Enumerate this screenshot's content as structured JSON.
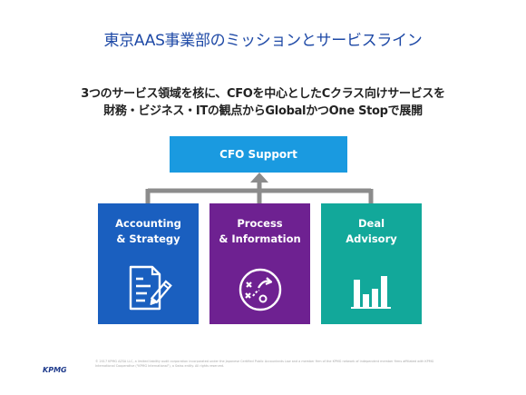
{
  "slide": {
    "title": "東京AAS事業部のミッションとサービスライン",
    "subtitle_line1": "3つのサービス領域を核に、CFOを中心としたCクラス向けサービスを",
    "subtitle_line2": "財務・ビジネス・ITの観点からGlobalかつOne Stopで展開",
    "top_box_label": "CFO Support",
    "boxes": [
      {
        "label": "Accounting\n& Strategy",
        "icon": "document-pen-icon",
        "color": "#1a5fbf"
      },
      {
        "label": "Process\n& Information",
        "icon": "strategy-play-icon",
        "color": "#6e2191"
      },
      {
        "label": "Deal\nAdvisory",
        "icon": "bar-chart-icon",
        "color": "#12a89a"
      }
    ],
    "logo_text": "KPMG",
    "footer_text": "© 2017 KPMG AZSA LLC, a limited liability audit corporation incorporated under the Japanese Certified Public Accountants Law and a member firm of the KPMG network of independent member firms affiliated with KPMG International Cooperative (\"KPMG International\"), a Swiss entity. All rights reserved."
  },
  "colors": {
    "title": "#1e49a6",
    "top_box": "#1a9ae0",
    "connector": "#8c8c8c"
  }
}
